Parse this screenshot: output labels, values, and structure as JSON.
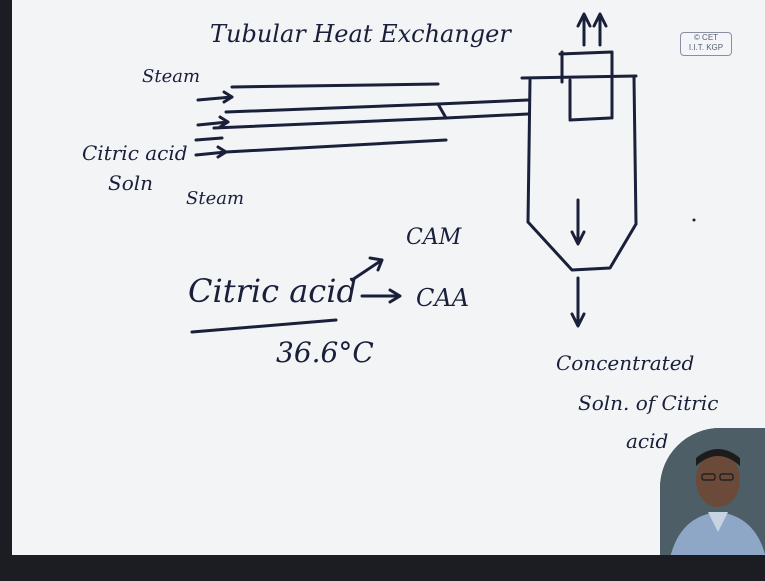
{
  "title": "Tubular Heat Exchanger",
  "logo": {
    "line1": "© CET",
    "line2": "I.I.T. KGP"
  },
  "labels": {
    "steam_top": "Steam",
    "citric_acid": "Citric acid",
    "soln": "Soln",
    "steam_bottom": "Steam",
    "citric_acid_main": "Citric acid",
    "cam": "CAM",
    "caa": "CAA",
    "temp": "36.6°C",
    "concentrated_line1": "Concentrated",
    "concentrated_line2": "Soln. of Citric",
    "concentrated_line3": "acid"
  },
  "icons": {
    "webcam": "presenter-icon",
    "logo": "cet-logo-icon"
  }
}
